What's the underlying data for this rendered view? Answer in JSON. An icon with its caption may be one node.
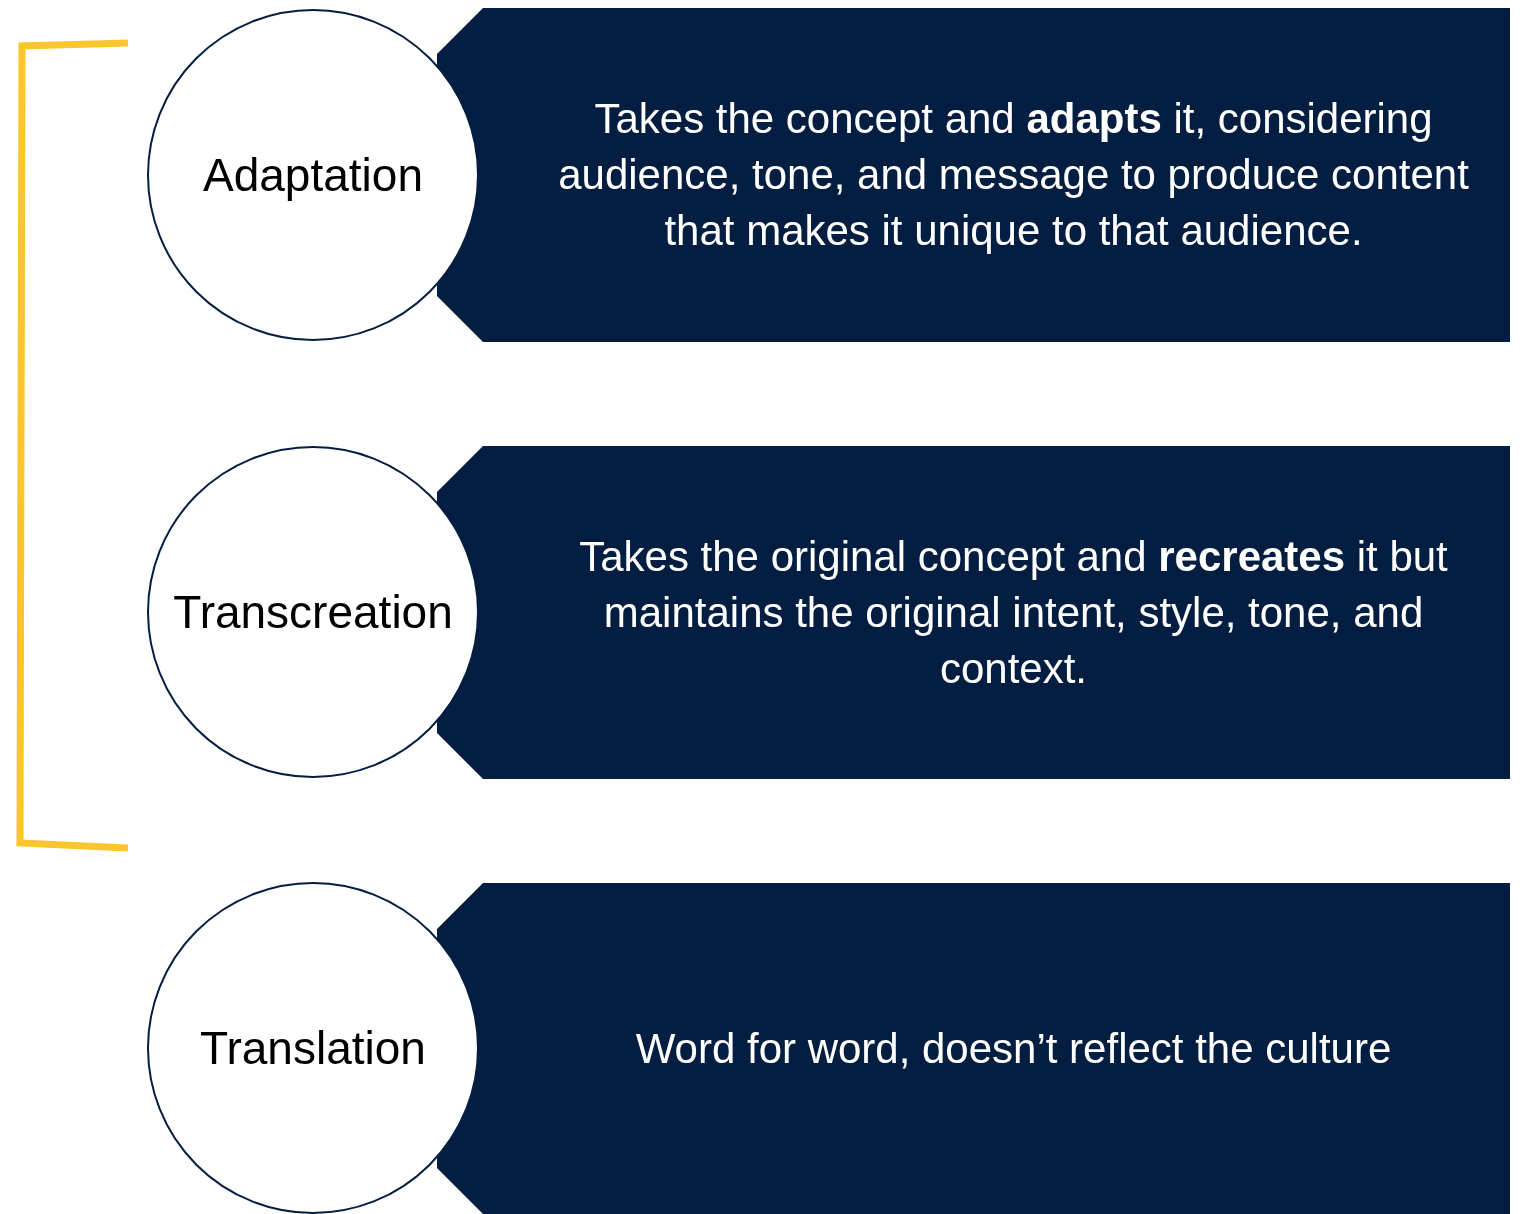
{
  "diagram": {
    "nodes": [
      {
        "text": [
          "Adaptation"
        ]
      },
      {
        "text": [
          "Takes the concept and **adapts** it, considering audience, tone, and message to produce content that makes it unique to that audience."
        ]
      },
      {
        "text": [
          "Transcreation"
        ]
      },
      {
        "text": [
          "Takes the original concept and **recreates** it but maintains the original intent, style, tone, and context."
        ]
      },
      {
        "text": [
          "Translation"
        ]
      },
      {
        "text": [
          "Word for word, doesn’t reflect the culture"
        ]
      }
    ]
  }
}
